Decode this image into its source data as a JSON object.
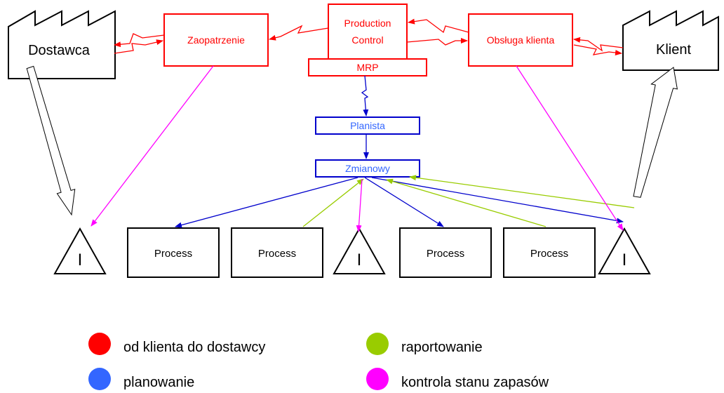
{
  "entities": {
    "supplier": "Dostawca",
    "client": "Klient",
    "procurement": "Zaopatrzenie",
    "production_control": [
      "Production",
      "Control"
    ],
    "mrp": "MRP",
    "customer_service": "Obsługa klienta",
    "planner": "Planista",
    "shift_lead": "Zmianowy"
  },
  "processes": [
    "Process",
    "Process",
    "Process",
    "Process"
  ],
  "inventory_symbol": "I",
  "legend": [
    {
      "label": "od klienta do dostawcy",
      "color": "#ff0000"
    },
    {
      "label": "raportowanie",
      "color": "#99cc00"
    },
    {
      "label": "planowanie",
      "color": "#3366ff"
    },
    {
      "label": "kontrola stanu zapasów",
      "color": "#ff00ff"
    }
  ],
  "colors": {
    "red": "#ff0000",
    "blue": "#0000cc",
    "blue_text": "#3366ff",
    "green": "#99cc00",
    "magenta": "#ff00ff"
  }
}
